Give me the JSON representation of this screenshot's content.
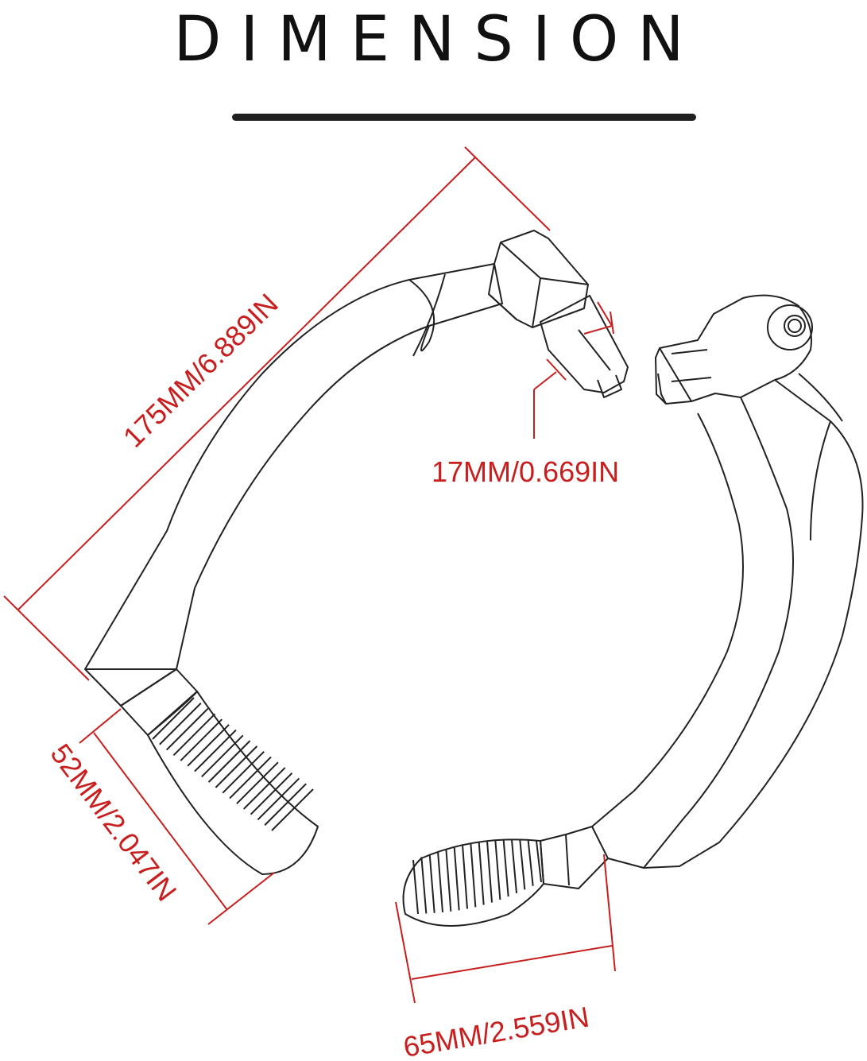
{
  "title": "DIMENSION",
  "dimensions": {
    "overall_length": "175MM/6.889IN",
    "mount_width": "17MM/0.669IN",
    "grip_length": "52MM/2.047IN",
    "grip_span": "65MM/2.559IN"
  },
  "colors": {
    "dimension_line": "#c81e1e",
    "outline": "#222222",
    "title": "#111111"
  }
}
